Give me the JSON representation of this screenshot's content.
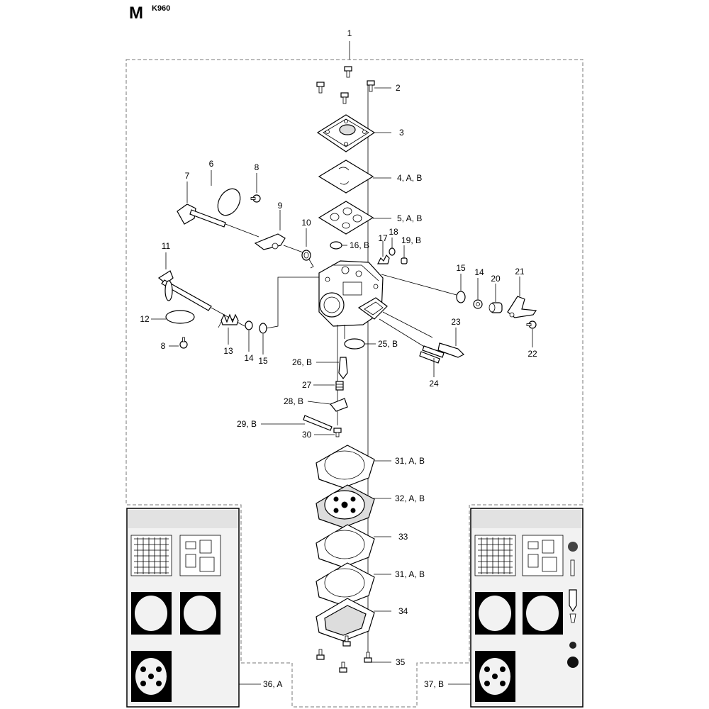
{
  "header": {
    "section_letter": "M",
    "model": "K960"
  },
  "callouts": [
    {
      "id": "c1",
      "text": "1"
    },
    {
      "id": "c2",
      "text": "2"
    },
    {
      "id": "c3",
      "text": "3"
    },
    {
      "id": "c4",
      "text": "4, A, B"
    },
    {
      "id": "c5",
      "text": "5, A, B"
    },
    {
      "id": "c6",
      "text": "6"
    },
    {
      "id": "c7",
      "text": "7"
    },
    {
      "id": "c8a",
      "text": "8"
    },
    {
      "id": "c9",
      "text": "9"
    },
    {
      "id": "c10",
      "text": "10"
    },
    {
      "id": "c11",
      "text": "11"
    },
    {
      "id": "c12",
      "text": "12"
    },
    {
      "id": "c8b",
      "text": "8"
    },
    {
      "id": "c13",
      "text": "13"
    },
    {
      "id": "c14a",
      "text": "14"
    },
    {
      "id": "c15a",
      "text": "15"
    },
    {
      "id": "c16",
      "text": "16, B"
    },
    {
      "id": "c17",
      "text": "17"
    },
    {
      "id": "c18",
      "text": "18"
    },
    {
      "id": "c19",
      "text": "19, B"
    },
    {
      "id": "c15b",
      "text": "15"
    },
    {
      "id": "c14b",
      "text": "14"
    },
    {
      "id": "c20",
      "text": "20"
    },
    {
      "id": "c21",
      "text": "21"
    },
    {
      "id": "c22",
      "text": "22"
    },
    {
      "id": "c23",
      "text": "23"
    },
    {
      "id": "c24",
      "text": "24"
    },
    {
      "id": "c25",
      "text": "25, B"
    },
    {
      "id": "c26",
      "text": "26, B"
    },
    {
      "id": "c27",
      "text": "27"
    },
    {
      "id": "c28",
      "text": "28, B"
    },
    {
      "id": "c29",
      "text": "29, B"
    },
    {
      "id": "c30",
      "text": "30"
    },
    {
      "id": "c31a",
      "text": "31, A, B"
    },
    {
      "id": "c32",
      "text": "32, A, B"
    },
    {
      "id": "c33",
      "text": "33"
    },
    {
      "id": "c31b",
      "text": "31, A, B"
    },
    {
      "id": "c34",
      "text": "34"
    },
    {
      "id": "c35",
      "text": "35"
    },
    {
      "id": "c36",
      "text": "36, A"
    },
    {
      "id": "c37",
      "text": "37, B"
    }
  ]
}
